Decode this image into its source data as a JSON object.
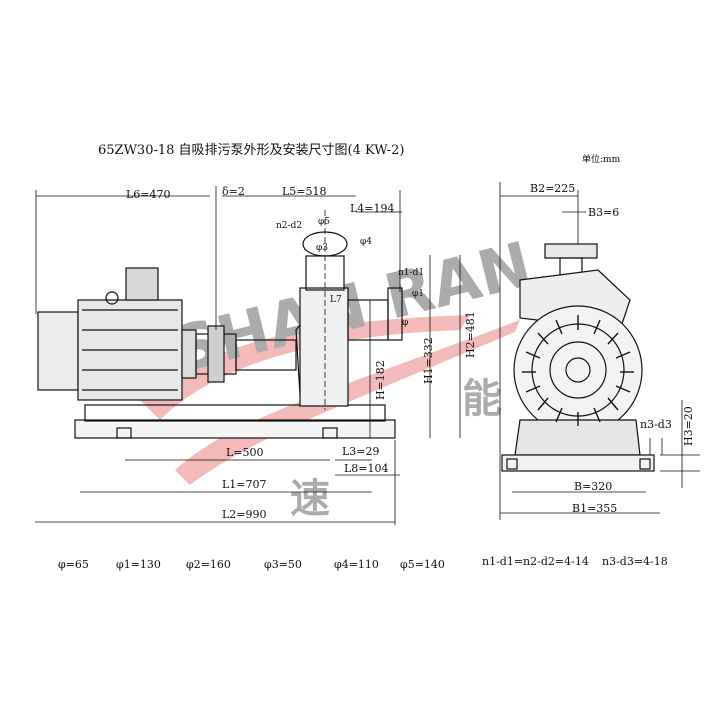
{
  "title": "65ZW30-18 自吸排污泵外形及安装尺寸图(4 KW-2)",
  "unit": "单位:mm",
  "watermark": {
    "text": "SHAN RAN",
    "sub1": "速",
    "sub2": "能",
    "color_red": "#e23a3a",
    "color_blue": "#3a62c8"
  },
  "dimensions": {
    "L6": "L6=470",
    "delta": "δ=2",
    "L5": "L5=518",
    "L4": "L4=194",
    "n2d2": "n2-d2",
    "phi5": "φ5",
    "phi3": "φ3",
    "phi4": "φ4",
    "n1d1": "n1-d1",
    "phi1": "φ1",
    "phi_small": "φ",
    "L7": "L7",
    "H2": "H2=481",
    "H1": "H1=332",
    "H": "H=182",
    "L": "L=500",
    "L3": "L3=29",
    "L8": "L8=104",
    "L1": "L1=707",
    "L2": "L2=990",
    "B2": "B2=225",
    "B3": "B3=6",
    "n3d3": "n3-d3",
    "H3": "H3=20",
    "B": "B=320",
    "B1": "B1=355"
  },
  "footer": {
    "phi": "φ=65",
    "phi1": "φ1=130",
    "phi2": "φ2=160",
    "phi3": "φ3=50",
    "phi4": "φ4=110",
    "phi5": "φ5=140",
    "holes_a": "n1-d1=n2-d2=4-14",
    "holes_b": "n3-d3=4-18"
  }
}
